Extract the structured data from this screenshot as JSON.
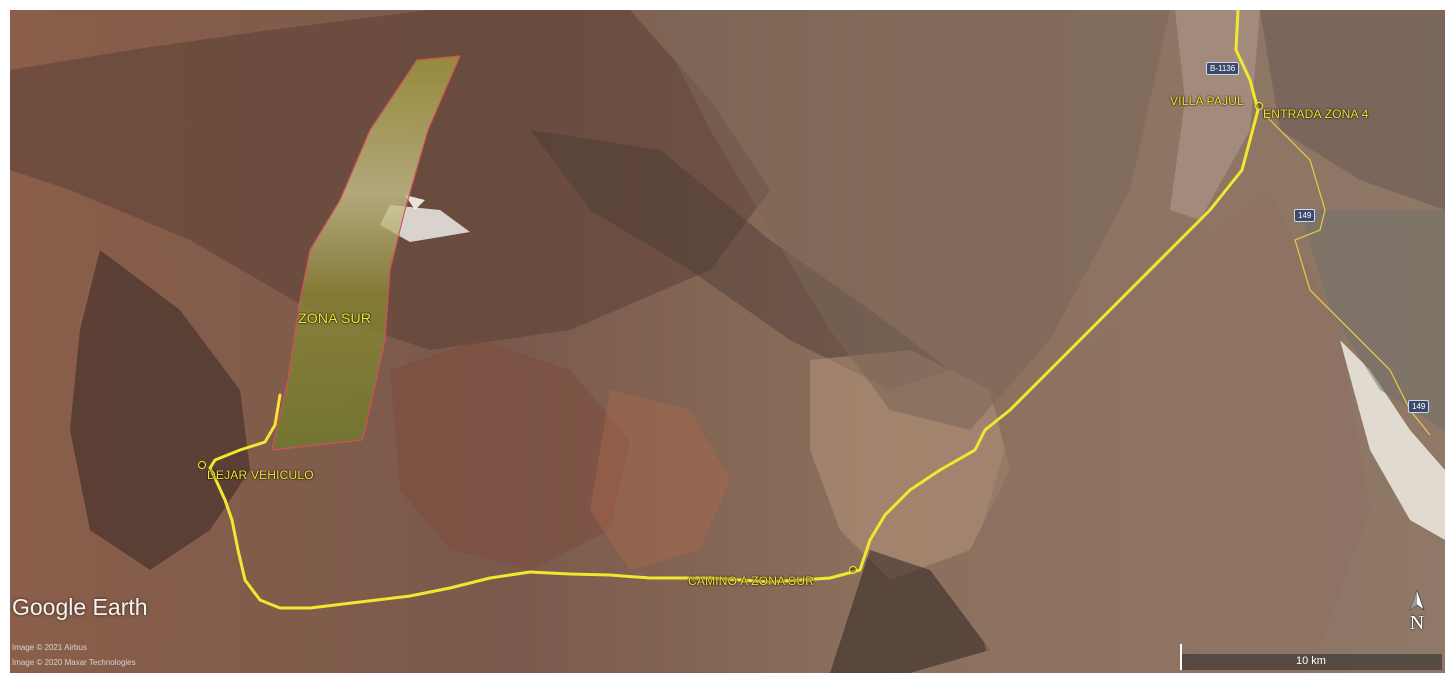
{
  "map": {
    "labels": {
      "zona_sur": "ZONA SUR",
      "dejar_vehiculo": "DEJAR VEHICULO",
      "camino": "CAMINO A ZONA SUR",
      "entrada": "ENTRADA ZONA 4",
      "villa": "VILLA PAJUL",
      "route_top": "B-1136",
      "route_149_a": "149",
      "route_149_b": "149"
    },
    "brand": "Google Earth",
    "attribution_1": "Image © 2021 Airbus",
    "attribution_2": "Image © 2020 Maxar Technologies",
    "scale_label": "10 km",
    "compass_label": "N",
    "colors": {
      "route": "#f2e72f",
      "road": "#e6c24a",
      "zone_fill": "#a9a23a",
      "zone_border": "#e04f5a"
    }
  }
}
